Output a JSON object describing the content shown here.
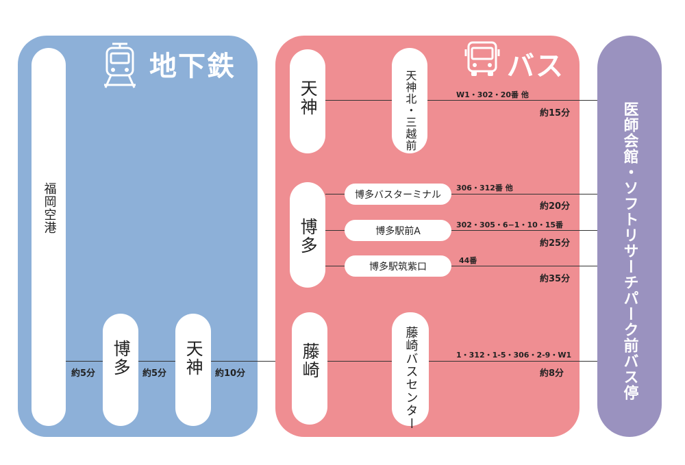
{
  "subway": {
    "title": "地下鉄",
    "icon": "train-icon",
    "color": "#8db0d8",
    "stations": {
      "airport": "福岡空港",
      "hakata": "博多",
      "tenjin": "天神"
    },
    "times": {
      "airport_hakata": "約5分",
      "hakata_tenjin": "約5分",
      "tenjin_fujisaki": "約10分"
    }
  },
  "bus": {
    "title": "バス",
    "icon": "bus-icon",
    "color": "#ef8e92",
    "tenjin": {
      "label": "天神",
      "stop": "天神北・三越前",
      "routes": "W1・302・20番 他",
      "time": "約15分"
    },
    "hakata": {
      "label": "博多",
      "stops": [
        {
          "name": "博多バスターミナル",
          "routes": "306・312番 他",
          "time": "約20分"
        },
        {
          "name": "博多駅前A",
          "routes": "302・305・6−1・10・15番",
          "time": "約25分"
        },
        {
          "name": "博多駅筑紫口",
          "routes": "44番",
          "time": "約35分"
        }
      ]
    },
    "fujisaki": {
      "label": "藤崎",
      "stop": "藤崎バスセンター",
      "routes": "1・312・1-5・306・2-9・W1",
      "time": "約8分"
    }
  },
  "destination": {
    "label": "医師会館・ソフトリサーチパーク前バス停",
    "color": "#9a92bf"
  }
}
